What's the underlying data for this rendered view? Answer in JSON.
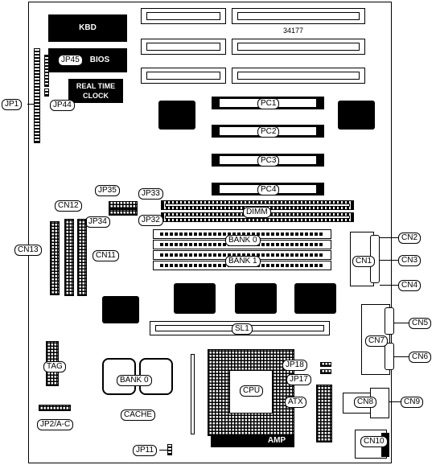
{
  "board": {
    "chips": {
      "kbd": "KBD",
      "bios": "BIOS",
      "rtc_line1": "REAL TIME",
      "rtc_line2": "CLOCK",
      "amp": "AMP"
    },
    "part_number": "34177",
    "labels": {
      "jp1": "JP1",
      "jp45": "JP45",
      "jp44": "JP44",
      "pc1": "PC1",
      "pc2": "PC2",
      "pc3": "PC3",
      "pc4": "PC4",
      "jp35": "JP35",
      "jp33": "JP33",
      "jp34": "JP34",
      "jp32": "JP32",
      "dimm": "DIMM",
      "cn12": "CN12",
      "cn13": "CN13",
      "cn11": "CN11",
      "bank0_top": "BANK 0",
      "bank1": "BANK 1",
      "cn1": "CN1",
      "cn2": "CN2",
      "cn3": "CN3",
      "cn4": "CN4",
      "cn5": "CN5",
      "cn6": "CN6",
      "cn7": "CN7",
      "sl1": "SL1",
      "tag": "TAG",
      "bank0_cache": "BANK 0",
      "cache": "CACHE",
      "cpu": "CPU",
      "jp18": "JP18",
      "jp17": "JP17",
      "atx": "ATX",
      "cn8": "CN8",
      "cn9": "CN9",
      "cn10": "CN10",
      "jp2": "JP2/A-C",
      "jp11": "JP11"
    }
  }
}
